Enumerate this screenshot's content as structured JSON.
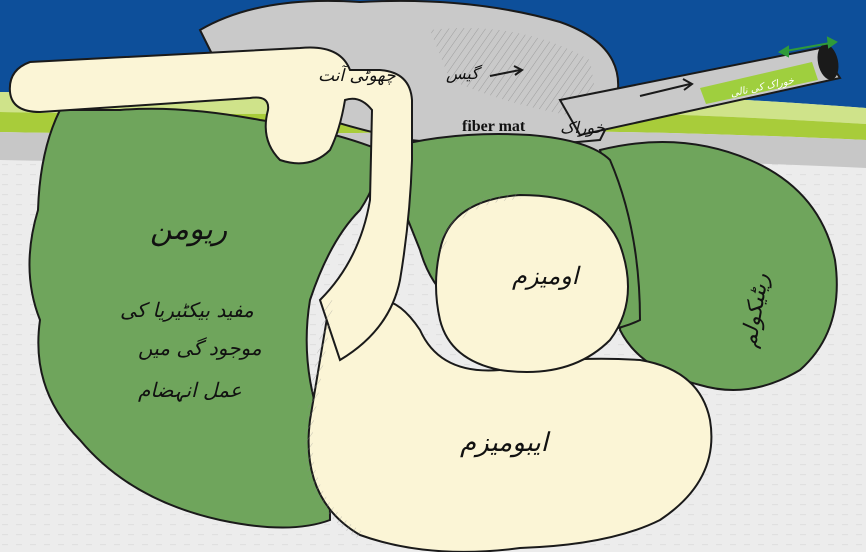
{
  "diagram": {
    "colors": {
      "header_blue": "#0d4f9a",
      "lime_band": "#a8cc3a",
      "light_green_band": "#cfe38a",
      "grey_band": "#c7c7c7",
      "background": "#ececec",
      "green_chamber": "#6fa55c",
      "cream_chamber": "#fbf5d6",
      "grey_sac": "#c9c9c9",
      "outline": "#1a1a1a",
      "tube_inner_green": "#9fcf3e",
      "arrow_green": "#2f9a3a"
    },
    "labels": {
      "small_intestine": "چھوٹی آنت",
      "gas": "گیس",
      "food_pipe": "خوراک کی نالی",
      "food": "خوراک",
      "fiber_mat": "fiber mat",
      "rumen": "ریومن",
      "rumen_desc_line1": "مفید بیکٹیریا کی",
      "rumen_desc_line2": "موجود گی میں",
      "rumen_desc_line3": "عمل انہضام",
      "omasum": "اومیزم",
      "abomasum": "ایبومیزم",
      "reticulum": "ریٹیکولم"
    }
  }
}
